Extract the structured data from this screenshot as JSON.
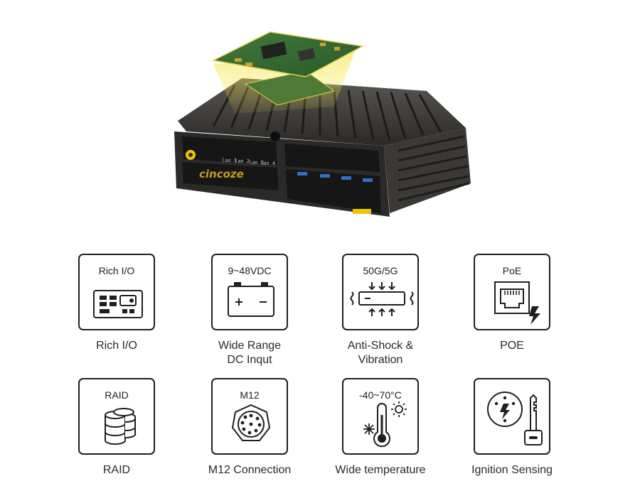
{
  "product": {
    "brand": "cincoze",
    "front_labels": [
      "lan 1",
      "lan 2",
      "lan 3",
      "lan 4"
    ]
  },
  "features": [
    {
      "icon_title": "Rich I/O",
      "caption": "Rich I/O",
      "icon": "io-panel-icon"
    },
    {
      "icon_title": "9~48VDC",
      "caption": "Wide Range\nDC Inqut",
      "icon": "battery-icon"
    },
    {
      "icon_title": "50G/5G",
      "caption": "Anti-Shock &\nVibration",
      "icon": "shock-vibration-icon"
    },
    {
      "icon_title": "PoE",
      "caption": "POE",
      "icon": "ethernet-port-icon"
    },
    {
      "icon_title": "RAID",
      "caption": "RAID",
      "icon": "database-stack-icon"
    },
    {
      "icon_title": "M12",
      "caption": "M12 Connection",
      "icon": "m12-connector-icon"
    },
    {
      "icon_title": "-40~70°C",
      "caption": "Wide temperature",
      "icon": "thermometer-icon"
    },
    {
      "icon_title": "",
      "caption": "Ignition Sensing",
      "icon": "ignition-key-icon"
    }
  ],
  "colors": {
    "accent": "#f2c200",
    "chassis": "#2b2a28",
    "border": "#1f1f1f"
  }
}
